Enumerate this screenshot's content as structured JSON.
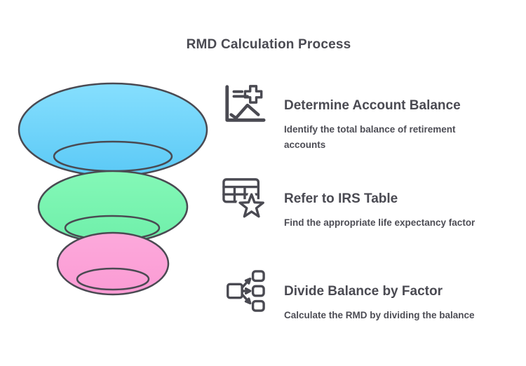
{
  "title": "RMD Calculation Process",
  "funnel": {
    "outline_color": "#4A4A52",
    "layers": [
      {
        "name": "top-layer",
        "fill_top": "#86DFFE",
        "fill_bottom": "#5BC9F6"
      },
      {
        "name": "middle-layer",
        "fill_top": "#84F8B7",
        "fill_bottom": "#6FEFAA"
      },
      {
        "name": "bottom-layer",
        "fill_top": "#FCA9DB",
        "fill_bottom": "#FB9BD4"
      }
    ]
  },
  "steps": [
    {
      "icon": "chart-plus-icon",
      "heading": "Determine Account Balance",
      "description_lines": [
        "Identify the total balance of retirement",
        "accounts"
      ]
    },
    {
      "icon": "table-star-icon",
      "heading": "Refer to IRS Table",
      "description_lines": [
        "Find the appropriate life expectancy factor"
      ]
    },
    {
      "icon": "flow-split-icon",
      "heading": "Divide Balance by Factor",
      "description_lines": [
        "Calculate the RMD by dividing the balance"
      ]
    }
  ],
  "colors": {
    "background": "#FFFFFF",
    "title": "#4A4A52",
    "heading": "#4A4A52",
    "description": "#4D4D55",
    "icon_stroke": "#4A4A52"
  }
}
